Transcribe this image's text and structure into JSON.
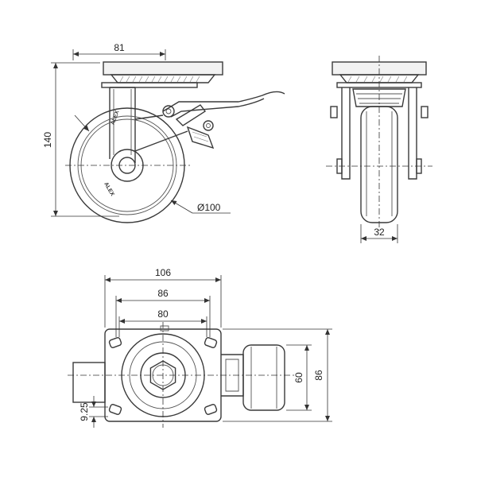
{
  "drawing": {
    "side_view": {
      "dim_plate_width": "81",
      "dim_height": "140",
      "dim_wheel_diameter": "Ø100",
      "brand_mark": "ALEX"
    },
    "front_view": {
      "dim_wheel_width": "32"
    },
    "top_view": {
      "dim_overall": "106",
      "dim_plate": "86",
      "dim_holes": "80",
      "dim_hole_dia": "9.25",
      "dim_wheel_span": "60",
      "dim_plate_depth": "86"
    }
  }
}
